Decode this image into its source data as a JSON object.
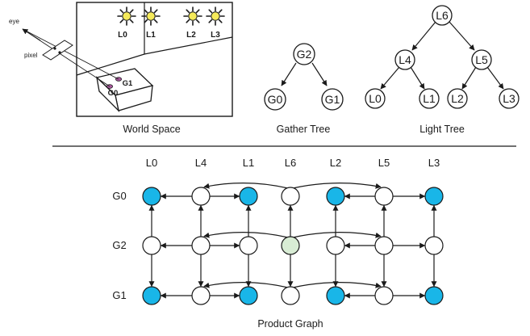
{
  "scene": {
    "eye_label": "eye",
    "pixel_label": "pixel",
    "lights": [
      "L0",
      "L1",
      "L2",
      "L3"
    ],
    "gather_points": [
      "G0",
      "G1"
    ],
    "caption": "World Space"
  },
  "gather_tree": {
    "root": "G2",
    "children": [
      "G0",
      "G1"
    ],
    "caption": "Gather Tree"
  },
  "light_tree": {
    "root": "L6",
    "level1": [
      "L4",
      "L5"
    ],
    "leaves": [
      "L0",
      "L1",
      "L2",
      "L3"
    ],
    "caption": "Light Tree"
  },
  "product_graph": {
    "columns": [
      "L0",
      "L4",
      "L1",
      "L6",
      "L2",
      "L5",
      "L3"
    ],
    "rows": [
      "G0",
      "G2",
      "G1"
    ],
    "caption": "Product Graph",
    "colors": {
      "leaf_fill": "#19b6e8",
      "root_fill": "#d8ecd4",
      "interior_fill": "#ffffff"
    }
  }
}
